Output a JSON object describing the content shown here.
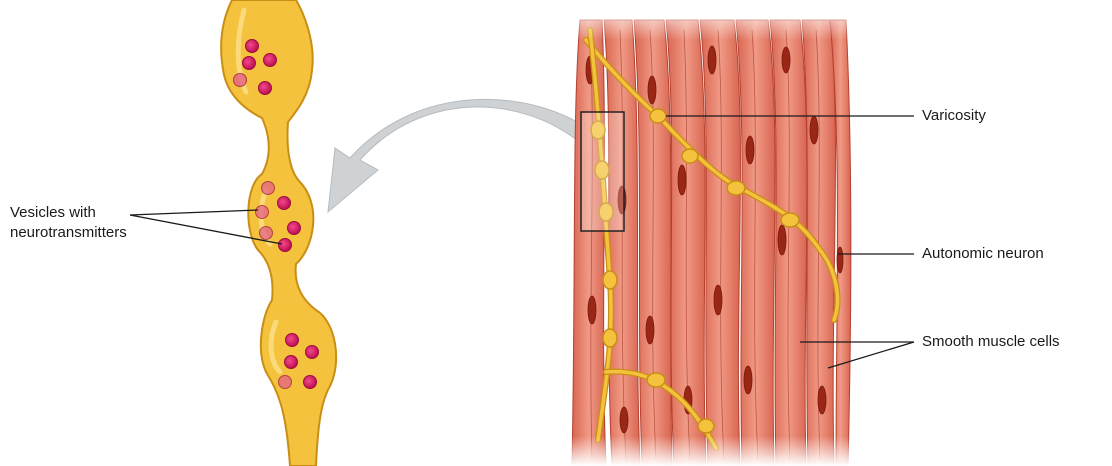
{
  "labels": {
    "vesicles_line1": "Vesicles with",
    "vesicles_line2": "neurotransmitters",
    "varicosity": "Varicosity",
    "autonomic_neuron": "Autonomic neuron",
    "smooth_muscle": "Smooth muscle cells"
  },
  "colors": {
    "axon_fill": "#f3c13a",
    "axon_edge": "#c98e16",
    "vesicle": "#d3125e",
    "muscle_fill": "#e9806b",
    "muscle_edge": "#b5402f",
    "nucleus": "#9a2616",
    "arrow": "#cfd2d4"
  }
}
